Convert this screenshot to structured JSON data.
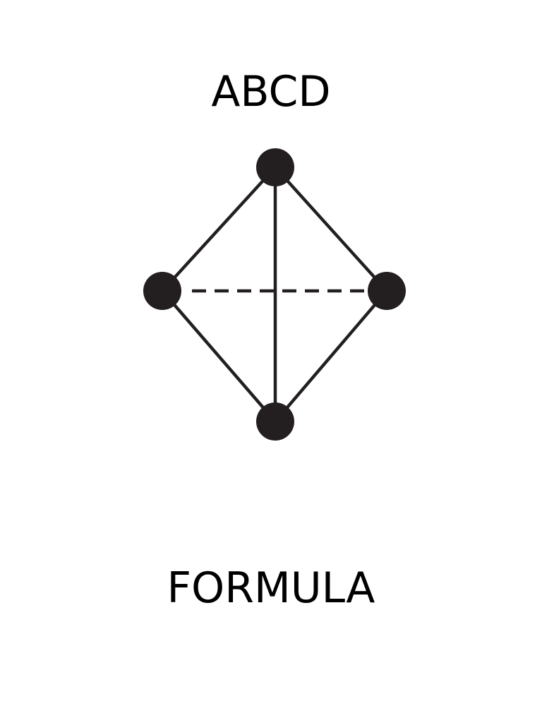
{
  "title": "ABCD",
  "caption": "FORMULA",
  "colors": {
    "background": "#ffffff",
    "ink": "#231f20"
  },
  "diagram": {
    "type": "tetrahedron-skeletal",
    "nodes": [
      "top",
      "left",
      "right",
      "bottom"
    ],
    "edges": [
      {
        "from": "top",
        "to": "left",
        "style": "solid"
      },
      {
        "from": "top",
        "to": "right",
        "style": "solid"
      },
      {
        "from": "top",
        "to": "bottom",
        "style": "solid"
      },
      {
        "from": "left",
        "to": "bottom",
        "style": "solid"
      },
      {
        "from": "right",
        "to": "bottom",
        "style": "solid"
      },
      {
        "from": "left",
        "to": "right",
        "style": "dashed"
      }
    ]
  }
}
